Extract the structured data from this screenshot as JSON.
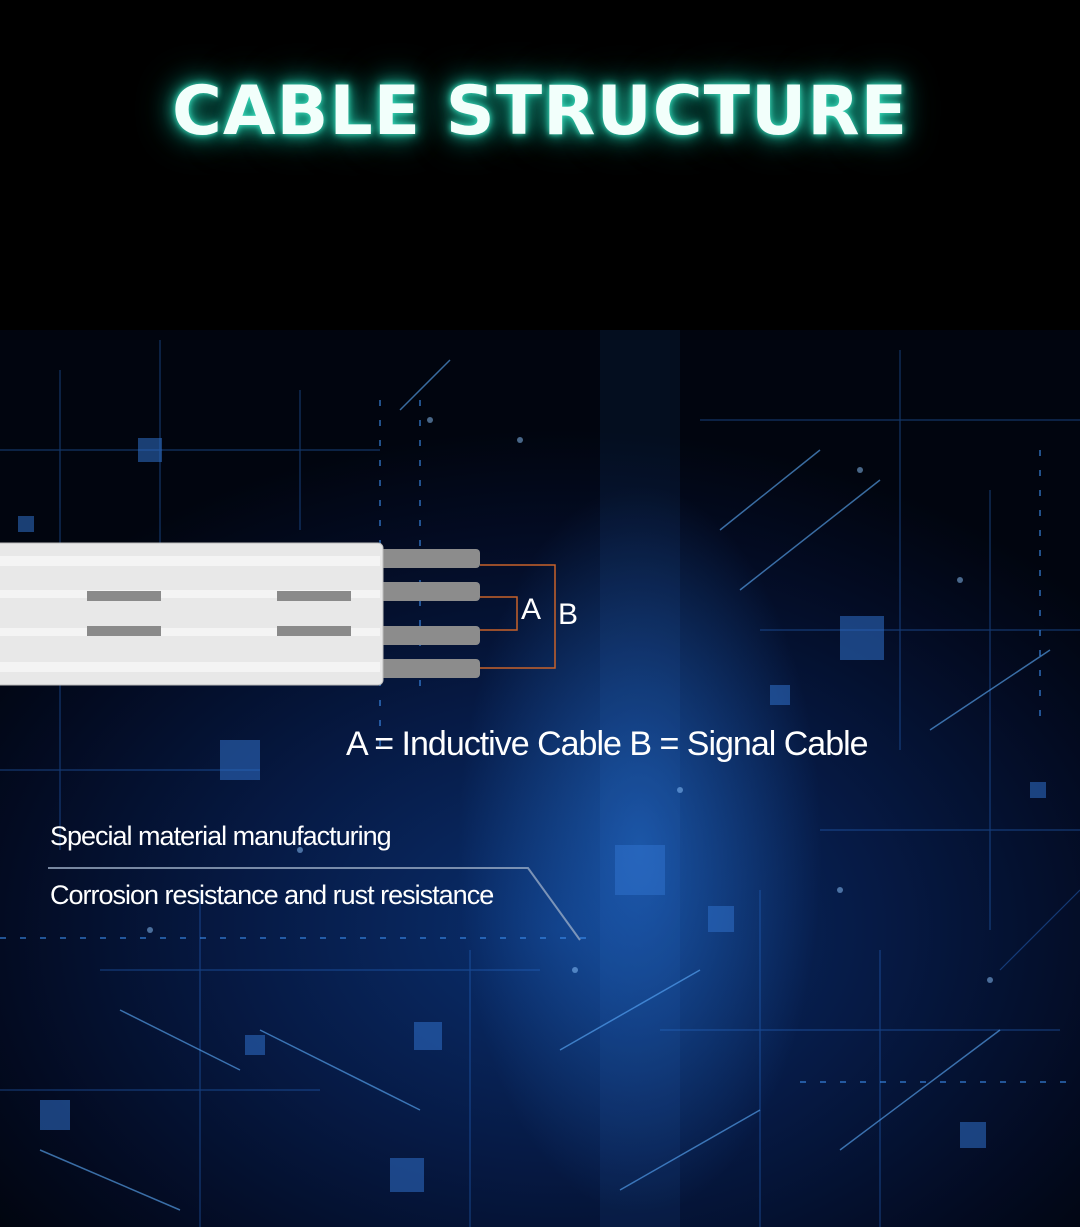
{
  "title": "CABLE STRUCTURE",
  "diagram": {
    "label_a": "A",
    "label_b": "B",
    "legend": "A = Inductive Cable B = Signal Cable"
  },
  "features": [
    "Special material manufacturing",
    "Corrosion resistance and rust resistance"
  ],
  "colors": {
    "title_glow": "#1fb89a",
    "bracket": "#c8622a",
    "cable_jacket": "#e8e8e8",
    "conductor": "#8c8c8c",
    "background": "#061a45"
  }
}
